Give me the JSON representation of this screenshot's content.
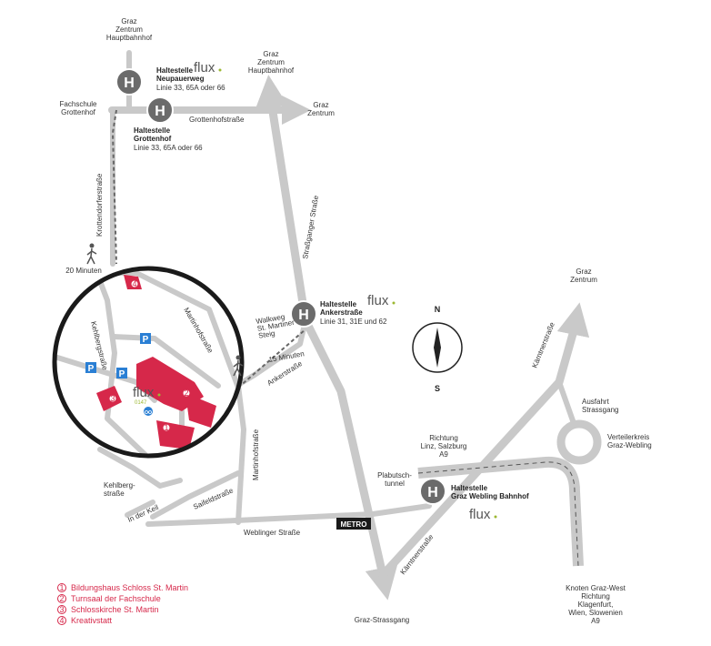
{
  "destinations": {
    "graz_zentrum_hbf_top": [
      "Graz",
      "Zentrum",
      "Hauptbahnhof"
    ],
    "graz_zentrum_hbf_mid": [
      "Graz",
      "Zentrum",
      "Hauptbahnhof"
    ],
    "graz_zentrum_right": [
      "Graz",
      "Zentrum"
    ],
    "graz_zentrum_ne": [
      "Graz",
      "Zentrum"
    ],
    "fachschule": [
      "Fachschule",
      "Grottenhof"
    ],
    "graz_strassgang": "Graz-Strassgang",
    "knoten": [
      "Knoten Graz-West",
      "Richtung",
      "Klagenfurt,",
      "Wien, Slowenien",
      "A9"
    ],
    "richtung_linz": [
      "Richtung",
      "Linz, Salzburg",
      "A9"
    ],
    "plabutsch": [
      "Plabutsch-",
      "tunnel"
    ],
    "ausfahrt": [
      "Ausfahrt",
      "Strassgang"
    ],
    "verteilerkreis": [
      "Verteilerkreis",
      "Graz-Webling"
    ]
  },
  "stops": [
    {
      "symbol": "H",
      "name": "Haltestelle Neupauerweg",
      "name_lines": [
        "Haltestelle",
        "Neupauerweg"
      ],
      "lines": "Linie 33, 65A oder 66"
    },
    {
      "symbol": "H",
      "name": "Haltestelle Grottenhof",
      "name_lines": [
        "Haltestelle",
        "Grottenhof"
      ],
      "lines": "Linie 33, 65A oder 66"
    },
    {
      "symbol": "H",
      "name": "Haltestelle Ankerstraße",
      "name_lines": [
        "Haltestelle",
        "Ankerstraße"
      ],
      "lines": "Linie 31, 31E und 62"
    },
    {
      "symbol": "H",
      "name": "Haltestelle Graz Webling Bahnhof",
      "name_lines": [
        "Haltestelle",
        "Graz Webling Bahnhof"
      ],
      "lines": ""
    }
  ],
  "flux_label": "flux",
  "flux_code": "0147",
  "streets": {
    "grottenhofstrasse": "Grottenhofstraße",
    "strassganger": "Straßganger Straße",
    "martinhofstrasse": "Martinhofstraße",
    "ankerstrasse": "Ankerstraße",
    "kaernerstrasse_ne": "Kärntnerstraße",
    "kaernerstrasse_sw": "Kärntnerstraße",
    "weblinger": "Weblinger Straße",
    "saifeldstrasse": "Saifeldstraße",
    "kehlbergstrasse": [
      "Kehlberg-",
      "straße"
    ],
    "in_der_keil": "In der Keil",
    "krottendorferstrasse": "Krottendorferstraße",
    "martinhofstrasse_lower": "Martinhofstraße",
    "kehlbergstrasse_inner": "Kehlbergstraße",
    "walkweg": [
      "Walkweg",
      "St. Martiner",
      "Steig"
    ]
  },
  "walk_times": {
    "krottendorfer": "20 Minuten",
    "steig": "15 Minuten"
  },
  "metro_label": "METRO",
  "compass": {
    "north": "N",
    "south": "S"
  },
  "parking": "P",
  "legend": [
    {
      "num": "1",
      "text": "Bildungshaus Schloss St. Martin"
    },
    {
      "num": "2",
      "text": "Turnsaal der Fachschule"
    },
    {
      "num": "3",
      "text": "Schlosskirche St. Martin"
    },
    {
      "num": "4",
      "text": "Kreativstatt"
    }
  ],
  "colors": {
    "road": "#c9c9c9",
    "building": "#d6284a",
    "parking": "#2a7fd4",
    "stop": "#6b6b6b",
    "flux_accent": "#9cb832",
    "metro": "#1a1a1a"
  }
}
